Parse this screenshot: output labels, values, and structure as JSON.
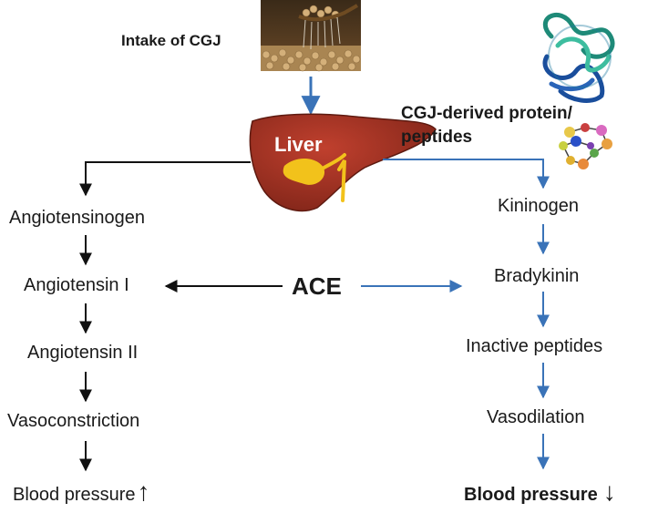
{
  "intake_label": "Intake of CGJ",
  "liver_label": "Liver",
  "protein_label_line1": "CGJ-derived protein/",
  "protein_label_line2": "peptides",
  "enzyme_label": "ACE",
  "left_pathway": [
    "Angiotensinogen",
    "Angiotensin I",
    "Angiotensin II",
    "Vasoconstriction",
    "Blood pressure"
  ],
  "right_pathway": [
    "Kininogen",
    "Bradykinin",
    "Inactive peptides",
    "Vasodilation",
    "Blood pressure"
  ],
  "left_outcome_glyph": "↑",
  "right_outcome_glyph": "↓",
  "colors": {
    "left_arrows": "#111111",
    "right_arrows": "#3a73b8",
    "liver": "#9b2f22",
    "gallbladder": "#f2c21b"
  }
}
